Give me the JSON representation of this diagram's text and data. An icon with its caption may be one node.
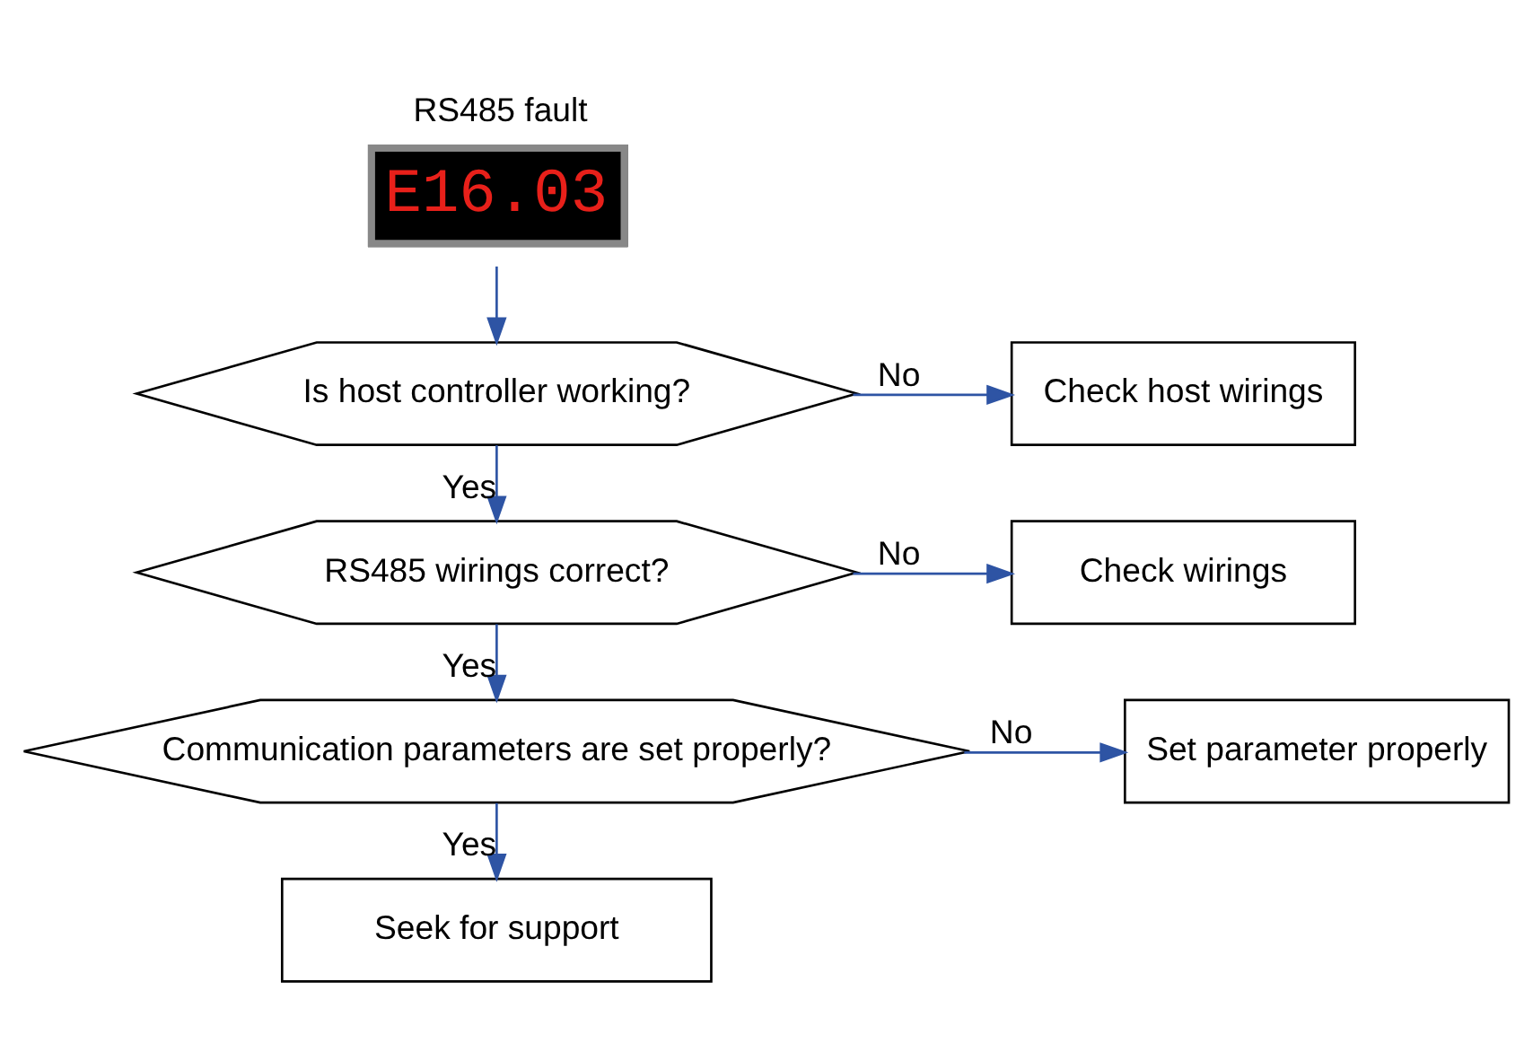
{
  "diagram": {
    "nodes": [
      {
        "text": [
          "RS485 fault",
          "E16.03"
        ]
      },
      {
        "text": [
          "Is host controller working?"
        ]
      },
      {
        "text": [
          "Check host wirings"
        ]
      },
      {
        "text": [
          "RS485 wirings correct?"
        ]
      },
      {
        "text": [
          "Check wirings"
        ]
      },
      {
        "text": [
          "Communication parameters are set properly?"
        ]
      },
      {
        "text": [
          "Set parameter properly"
        ]
      },
      {
        "text": [
          "Seek for support"
        ]
      }
    ],
    "edges": [
      {
        "from": 0,
        "to": 1,
        "arrow": "to"
      },
      {
        "from": 1,
        "to": 2,
        "arrow": "to",
        "label": "No"
      },
      {
        "from": 1,
        "to": 3,
        "arrow": "to",
        "label": "Yes"
      },
      {
        "from": 3,
        "to": 4,
        "arrow": "to",
        "label": "No"
      },
      {
        "from": 3,
        "to": 5,
        "arrow": "to",
        "label": "Yes"
      },
      {
        "from": 5,
        "to": 6,
        "arrow": "to",
        "label": "No"
      },
      {
        "from": 5,
        "to": 7,
        "arrow": "to",
        "label": "Yes"
      }
    ]
  }
}
